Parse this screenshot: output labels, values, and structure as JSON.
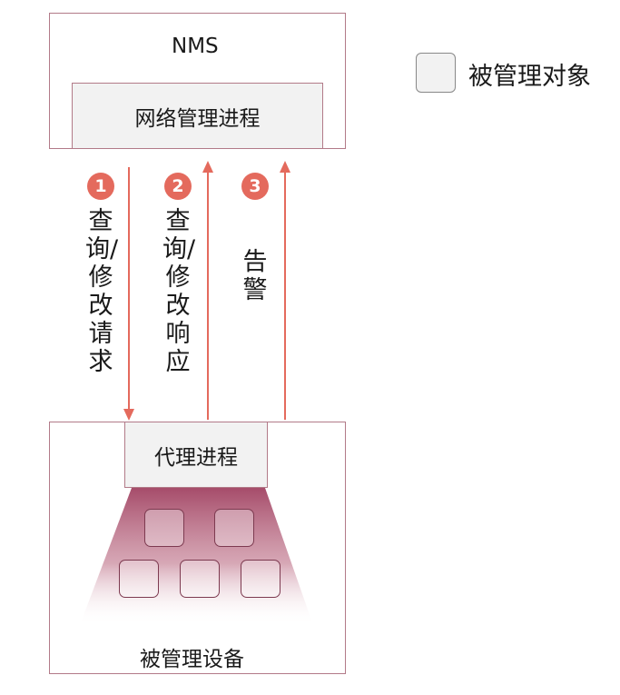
{
  "nms": {
    "title": "NMS",
    "process": "网络管理进程"
  },
  "device": {
    "title": "被管理设备",
    "agent": "代理进程"
  },
  "legend": {
    "label": "被管理对象"
  },
  "messages": [
    {
      "number": "1",
      "text": "查询/修改请求",
      "direction": "down"
    },
    {
      "number": "2",
      "text": "查询/修改响应",
      "direction": "up"
    },
    {
      "number": "3",
      "text": "告警",
      "direction": "up"
    }
  ],
  "colors": {
    "box_border": "#b27a88",
    "arrow": "#e46a5d",
    "badge": "#e46a5d",
    "inner_fill": "#f2f2f2",
    "funnel": "#a64c6a"
  }
}
